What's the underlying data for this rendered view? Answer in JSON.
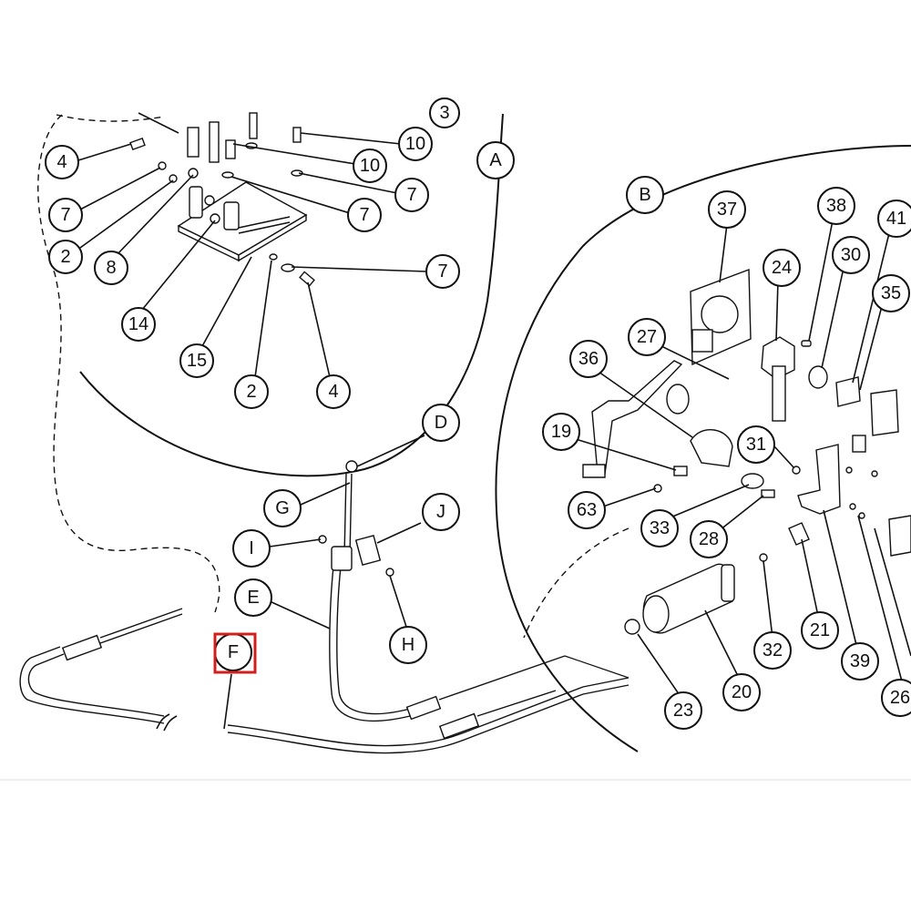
{
  "callouts": [
    {
      "id": "c-4-a",
      "label": "4"
    },
    {
      "id": "c-7-a",
      "label": "7"
    },
    {
      "id": "c-2-a",
      "label": "2"
    },
    {
      "id": "c-8",
      "label": "8"
    },
    {
      "id": "c-14",
      "label": "14"
    },
    {
      "id": "c-15",
      "label": "15"
    },
    {
      "id": "c-2-b",
      "label": "2"
    },
    {
      "id": "c-4-b",
      "label": "4"
    },
    {
      "id": "c-10-a",
      "label": "10"
    },
    {
      "id": "c-10-b",
      "label": "10"
    },
    {
      "id": "c-7-b",
      "label": "7"
    },
    {
      "id": "c-7-c",
      "label": "7"
    },
    {
      "id": "c-7-d",
      "label": "7"
    },
    {
      "id": "c-3",
      "label": "3"
    },
    {
      "id": "c-A",
      "label": "A"
    },
    {
      "id": "c-B",
      "label": "B"
    },
    {
      "id": "c-D",
      "label": "D"
    },
    {
      "id": "c-G",
      "label": "G"
    },
    {
      "id": "c-J",
      "label": "J"
    },
    {
      "id": "c-I",
      "label": "I"
    },
    {
      "id": "c-E",
      "label": "E"
    },
    {
      "id": "c-H",
      "label": "H"
    },
    {
      "id": "c-F",
      "label": "F"
    },
    {
      "id": "c-37",
      "label": "37"
    },
    {
      "id": "c-38",
      "label": "38"
    },
    {
      "id": "c-41",
      "label": "41"
    },
    {
      "id": "c-24",
      "label": "24"
    },
    {
      "id": "c-30",
      "label": "30"
    },
    {
      "id": "c-35",
      "label": "35"
    },
    {
      "id": "c-27",
      "label": "27"
    },
    {
      "id": "c-36",
      "label": "36"
    },
    {
      "id": "c-19",
      "label": "19"
    },
    {
      "id": "c-31",
      "label": "31"
    },
    {
      "id": "c-63",
      "label": "63"
    },
    {
      "id": "c-33",
      "label": "33"
    },
    {
      "id": "c-28",
      "label": "28"
    },
    {
      "id": "c-21",
      "label": "21"
    },
    {
      "id": "c-32",
      "label": "32"
    },
    {
      "id": "c-39",
      "label": "39"
    },
    {
      "id": "c-26",
      "label": "26"
    },
    {
      "id": "c-20",
      "label": "20"
    },
    {
      "id": "c-23",
      "label": "23"
    }
  ],
  "highlight": {
    "target": "F",
    "color": "#d11f1f"
  },
  "colors": {
    "ink": "#111111",
    "background": "#ffffff"
  }
}
